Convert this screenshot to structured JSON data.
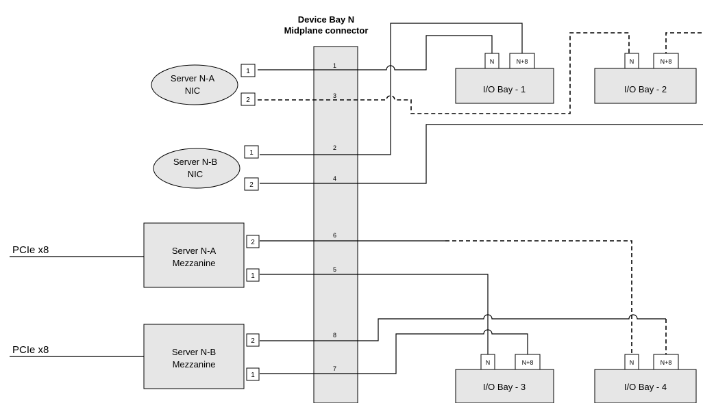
{
  "title": {
    "line1": "Device Bay N",
    "line2": "Midplane connector"
  },
  "midplane_pins": [
    "1",
    "3",
    "2",
    "4",
    "6",
    "5",
    "8",
    "7"
  ],
  "nic_a": {
    "label_line1": "Server N-A",
    "label_line2": "NIC",
    "port1": "1",
    "port2": "2"
  },
  "nic_b": {
    "label_line1": "Server N-B",
    "label_line2": "NIC",
    "port1": "1",
    "port2": "2"
  },
  "mezz_a": {
    "label_line1": "Server N-A",
    "label_line2": "Mezzanine",
    "port_top": "2",
    "port_bottom": "1"
  },
  "mezz_b": {
    "label_line1": "Server N-B",
    "label_line2": "Mezzanine",
    "port_top": "2",
    "port_bottom": "1"
  },
  "pcie_a": "PCIe x8",
  "pcie_b": "PCIe x8",
  "io_bays": {
    "bay1": {
      "label": "I/O Bay - 1",
      "port_n": "N",
      "port_n8": "N+8"
    },
    "bay2": {
      "label": "I/O Bay - 2",
      "port_n": "N",
      "port_n8": "N+8"
    },
    "bay3": {
      "label": "I/O Bay - 3",
      "port_n": "N",
      "port_n8": "N+8"
    },
    "bay4": {
      "label": "I/O Bay - 4",
      "port_n": "N",
      "port_n8": "N+8"
    }
  }
}
